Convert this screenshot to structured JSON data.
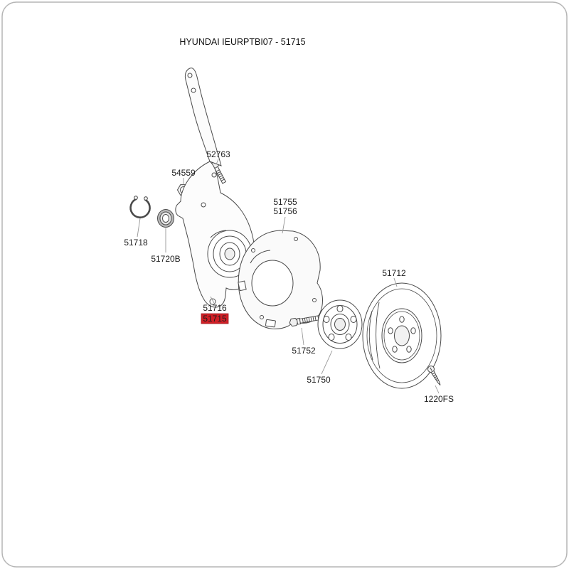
{
  "page": {
    "title": "HYUNDAI IEURPTBI07 - 51715"
  },
  "colors": {
    "highlight_bg": "#d22027",
    "highlight_text": "#ffffff",
    "border": "#b5b5b5"
  },
  "labels": {
    "bolt_52763": "52763",
    "nut_54559": "54559",
    "snap_ring_51718": "51718",
    "seal_51720b": "51720B",
    "knuckle_51716": "51716",
    "knuckle_51715": "51715",
    "shield_51755": "51755",
    "shield_51756": "51756",
    "hub_bolt_51752": "51752",
    "hub_51750": "51750",
    "disc_51712": "51712",
    "screw_1220fs": "1220FS"
  }
}
